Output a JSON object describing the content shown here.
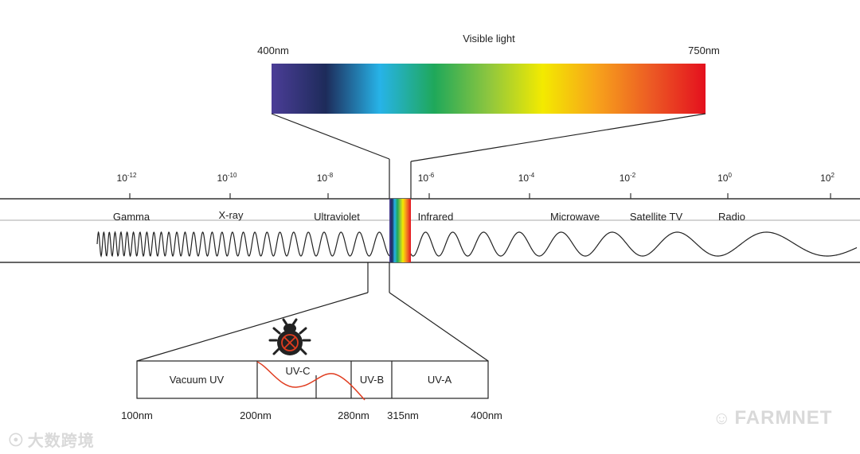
{
  "visible_light": {
    "title": "Visible light",
    "start_label": "400nm",
    "end_label": "750nm",
    "gradient_colors": [
      "#4b3d97",
      "#1d2b5a",
      "#27b3e8",
      "#1fa85a",
      "#8dc63f",
      "#f3ea00",
      "#f7a21b",
      "#ec5a24",
      "#e4101e"
    ]
  },
  "scale": {
    "ticks": [
      {
        "base": "10",
        "exp": "-12"
      },
      {
        "base": "10",
        "exp": "-10"
      },
      {
        "base": "10",
        "exp": "-8"
      },
      {
        "base": "10",
        "exp": "-6"
      },
      {
        "base": "10",
        "exp": "-4"
      },
      {
        "base": "10",
        "exp": "-2"
      },
      {
        "base": "10",
        "exp": "0"
      },
      {
        "base": "10",
        "exp": "2"
      }
    ]
  },
  "bands": [
    "Gamma",
    "X-ray",
    "Ultraviolet",
    "Infrared",
    "Microwave",
    "Satellite TV",
    "Radio"
  ],
  "uv_breakdown": {
    "segments": [
      "Vacuum UV",
      "UV-C",
      "UV-B",
      "UV-A"
    ],
    "wavelengths": [
      "100nm",
      "200nm",
      "280nm",
      "315nm",
      "400nm"
    ],
    "curve_color": "#e03c1f",
    "icon": "bug-crossed-icon"
  },
  "watermarks": {
    "left": "大数跨境",
    "right": "FARMNET",
    "right_icon": "wechat-icon"
  }
}
